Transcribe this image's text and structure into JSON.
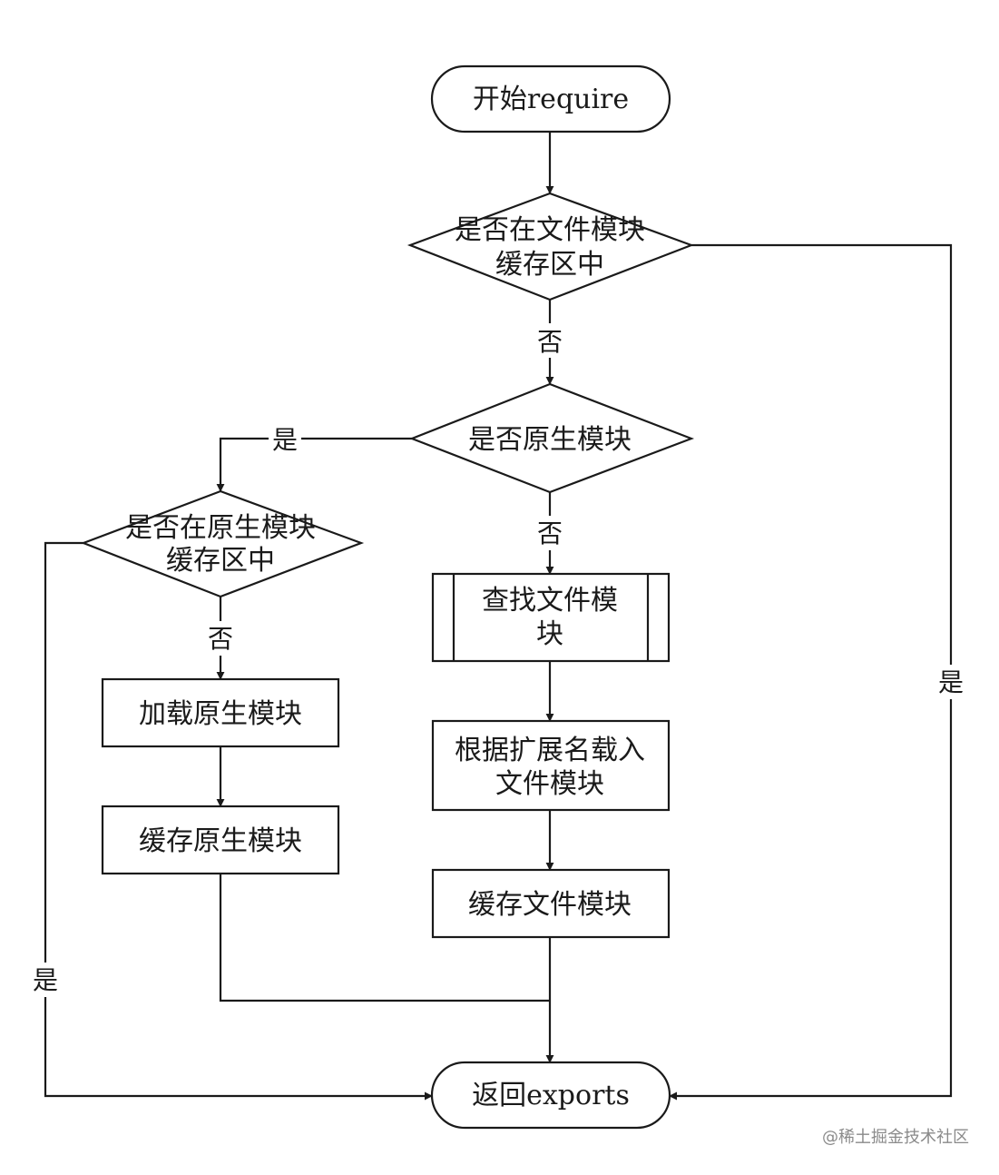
{
  "nodes": {
    "start": "开始require",
    "in_file_cache_line1": "是否在文件模块",
    "in_file_cache_line2": "缓存区中",
    "is_native": "是否原生模块",
    "in_native_cache_line1": "是否在原生模块",
    "in_native_cache_line2": "缓存区中",
    "find_file_line1": "查找文件模",
    "find_file_line2": "块",
    "load_native": "加载原生模块",
    "load_by_ext_line1": "根据扩展名载入",
    "load_by_ext_line2": "文件模块",
    "cache_native": "缓存原生模块",
    "cache_file": "缓存文件模块",
    "end": "返回exports"
  },
  "edges": {
    "no_1": "否",
    "no_2": "否",
    "no_3": "否",
    "yes_native": "是",
    "yes_native_cache": "是",
    "yes_file_cache": "是"
  },
  "watermark": "@稀土掘金技术社区"
}
